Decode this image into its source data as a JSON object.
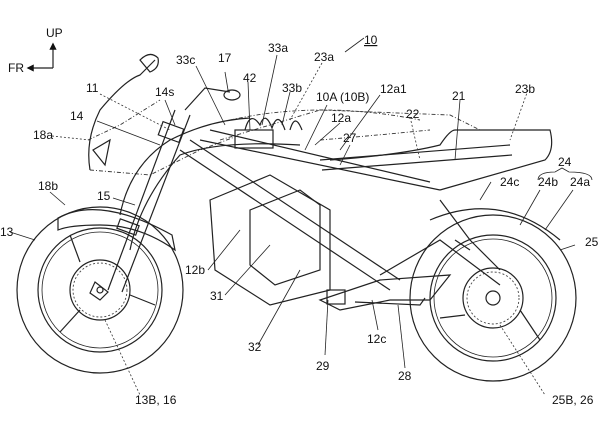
{
  "figure": {
    "title_ref": "10",
    "orientation": {
      "up_label": "UP",
      "front_label": "FR"
    },
    "labels": {
      "l10": "10",
      "l11": "11",
      "l12a": "12a",
      "l12a1": "12a1",
      "l12b": "12b",
      "l12c": "12c",
      "l13": "13",
      "l13b16": "13B, 16",
      "l14": "14",
      "l14s": "14s",
      "l15": "15",
      "l17": "17",
      "l18a": "18a",
      "l18b": "18b",
      "l21": "21",
      "l22": "22",
      "l23a": "23a",
      "l23b": "23b",
      "l24": "24",
      "l24a": "24a",
      "l24b": "24b",
      "l24c": "24c",
      "l25": "25",
      "l25b26": "25B, 26",
      "l27": "27",
      "l28": "28",
      "l29": "29",
      "l31": "31",
      "l32": "32",
      "l33a": "33a",
      "l33b": "33b",
      "l33c": "33c",
      "l42": "42",
      "l10a": "10A (10B)"
    }
  }
}
